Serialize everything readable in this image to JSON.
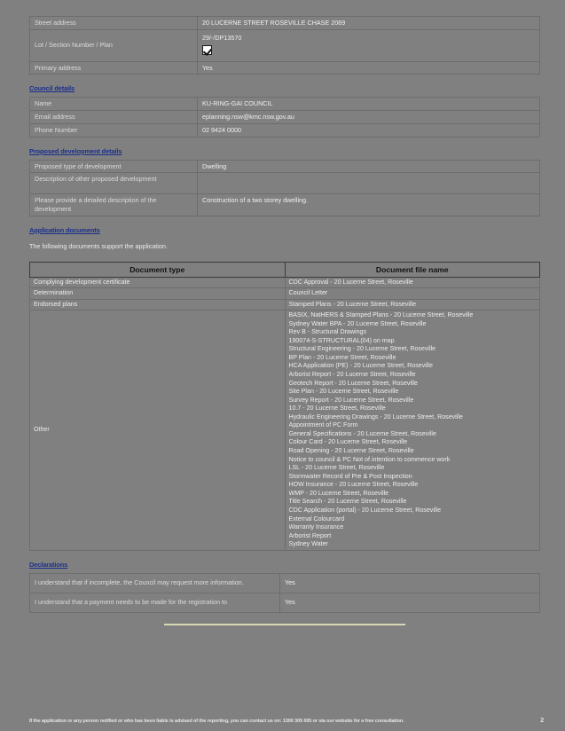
{
  "property": {
    "rows": [
      {
        "label": "Street address",
        "value": "20 LUCERNE STREET ROSEVILLE CHASE 2069"
      },
      {
        "label": "Lot / Section Number / Plan",
        "value": "29/-/DP13570"
      },
      {
        "label": "Primary address",
        "value": "Yes"
      }
    ],
    "checkbox_checked": true
  },
  "council": {
    "heading": "Council details",
    "rows": [
      {
        "label": "Name",
        "value": "KU-RING-GAI COUNCIL"
      },
      {
        "label": "Email address",
        "value": "eplanning.nsw@kmc.nsw.gov.au"
      },
      {
        "label": "Phone Number",
        "value": "02 9424 0000"
      }
    ]
  },
  "development": {
    "heading": "Proposed development details",
    "rows": [
      {
        "label": "Proposed type of development",
        "value": "Dwelling"
      },
      {
        "label": "Description of other proposed development",
        "value": ""
      },
      {
        "label": "Please provide a detailed description of the development",
        "value": "Construction of a two storey dwelling."
      }
    ]
  },
  "documents": {
    "heading": "Application documents",
    "intro": "The following documents support the application.",
    "columns": [
      "Document type",
      "Document file name"
    ],
    "rows": [
      {
        "type": "Complying development certificate",
        "files": [
          "CDC Approval - 20 Lucerne Street, Roseville"
        ]
      },
      {
        "type": "Determination",
        "files": [
          "Council Letter"
        ]
      },
      {
        "type": "Endorsed plans",
        "files": [
          "Stamped Plans - 20 Lucerne Street, Roseville"
        ]
      },
      {
        "type": "Other",
        "files": [
          "BASIX, NatHERS & Stamped Plans - 20 Lucerne Street, Roseville",
          "Sydney Water BPA - 20 Lucerne Street, Roseville",
          "Rev B - Structural Drawings",
          "190074-S-STRUCTURAL(04) on map",
          "Structural Engineering - 20 Lucerne Street, Roseville",
          "BP Plan - 20 Lucerne Street, Roseville",
          "HCA Application (PE) - 20 Lucerne Street, Roseville",
          "Arborist Report - 20 Lucerne Street, Roseville",
          "Geotech Report - 20 Lucerne Street, Roseville",
          "Site Plan - 20 Lucerne Street, Roseville",
          "Survey Report - 20 Lucerne Street, Roseville",
          "10.7 - 20 Lucerne Street, Roseville",
          "Hydraulic Engineering Drawings - 20 Lucerne Street, Roseville",
          "Appointment of PC Form",
          "General Specifications - 20 Lucerne Street, Roseville",
          "Colour Card - 20 Lucerne Street, Roseville",
          "Road Opening - 20 Lucerne Street, Roseville",
          "Notice to council & PC Not of intention to commence work",
          "LSL - 20 Lucerne Street, Roseville",
          "Stormwater Record of Pre & Post Inspection",
          "HOW Insurance - 20 Lucerne Street, Roseville",
          "WMP - 20 Lucerne Street, Roseville",
          "Title Search - 20 Lucerne Street, Roseville",
          "CDC Application (portal) - 20 Lucerne Street, Roseville",
          "External Colourcard",
          "Warranty Insurance",
          "Arborist Report",
          "Sydney Water"
        ]
      }
    ]
  },
  "declarations": {
    "heading": "Declarations",
    "rows": [
      {
        "label": "I understand that if incomplete, the Council may request more information.",
        "value": "Yes"
      },
      {
        "label": "I understand that a payment needs to be made for the registration to",
        "value": "Yes"
      }
    ]
  },
  "footer": {
    "text": "If the application or any person notified or who has been liable is advised of the reporting, you can contact us on: 1300 305 695 or via our website for a free consultation.",
    "page": "2"
  }
}
